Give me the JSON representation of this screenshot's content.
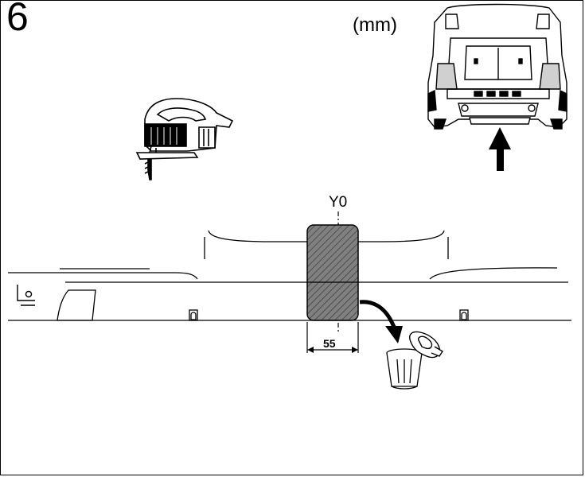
{
  "step_number": "6",
  "unit_label": "(mm)",
  "centerline_label": "Y0",
  "cut_width_label": "55",
  "icons": [
    "jigsaw-icon",
    "vehicle-rear-icon",
    "up-arrow-icon",
    "discard-arrow-icon",
    "trash-bin-icon",
    "hitch-cap-icon"
  ],
  "colors": {
    "line": "#000000",
    "cutout_fill": "#808080",
    "background": "#ffffff"
  }
}
